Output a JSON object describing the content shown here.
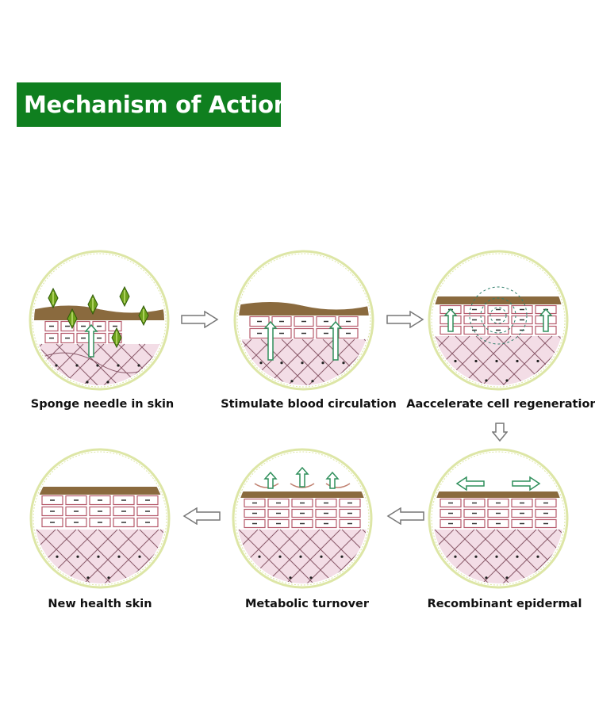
{
  "title": "Mechanism of Action",
  "colors": {
    "title_bg": "#0f7f1f",
    "title_text": "#ffffff",
    "ring": "#dde6a6",
    "skin_surface": "#8a6a3e",
    "skin_pink": "#f3dde6",
    "cell_border": "#b65a6c",
    "arrow_green": "#2f8f5b",
    "needle_green": "#6ea11b"
  },
  "steps": [
    {
      "label": "Sponge needle in skin"
    },
    {
      "label": "Stimulate blood circulation"
    },
    {
      "label": "Aaccelerate cell regeneration"
    },
    {
      "label": "Recombinant epidermal"
    },
    {
      "label": "Metabolic turnover"
    },
    {
      "label": "New health skin"
    }
  ]
}
